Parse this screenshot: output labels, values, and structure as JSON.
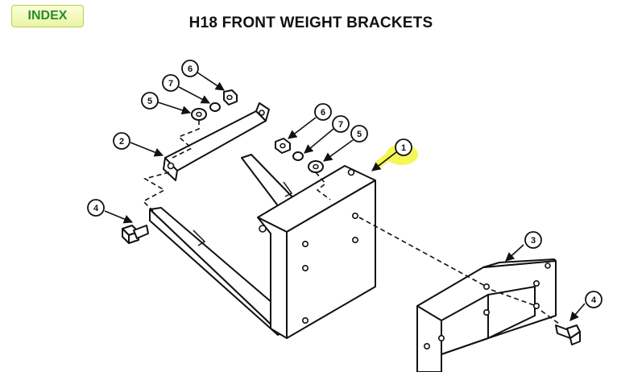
{
  "header": {
    "index_label": "INDEX",
    "title": "H18 FRONT WEIGHT BRACKETS"
  },
  "callouts": {
    "c1": "1",
    "c2": "2",
    "c3": "3",
    "c4a": "4",
    "c4b": "4",
    "c5a": "5",
    "c5b": "5",
    "c6a": "6",
    "c6b": "6",
    "c7a": "7",
    "c7b": "7"
  },
  "colors": {
    "index_text": "#2c8a2c",
    "index_bg": "#eaf5a6",
    "highlight": "#f5f53a"
  }
}
